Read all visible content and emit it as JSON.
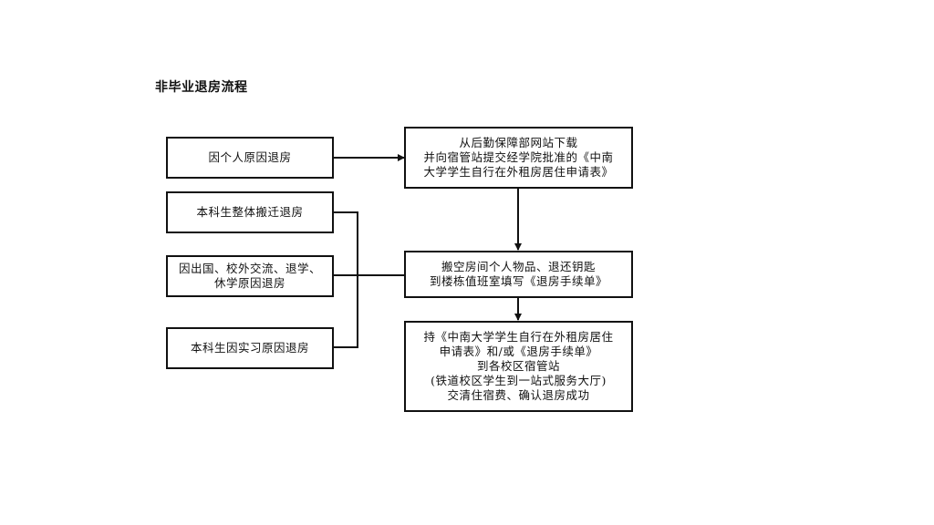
{
  "title": "非毕业退房流程",
  "left_boxes": {
    "personal_reason": "因个人原因退房",
    "whole_relocation": "本科生整体搬迁退房",
    "abroad": [
      "因出国、校外交流、退学、",
      "休学原因退房"
    ],
    "internship": "本科生因实习原因退房"
  },
  "right_boxes": {
    "download_form": [
      "从后勤保障部网站下载",
      "并向宿管站提交经学院批准的《中南",
      "大学学生自行在外租房居住申请表》"
    ],
    "clear_room": [
      "搬空房间个人物品、退还钥匙",
      "到楼栋值班室填写《退房手续单》"
    ],
    "final_step": [
      "持《中南大学学生自行在外租房居住",
      "申请表》和/或《退房手续单》",
      "到各校区宿管站",
      "(铁道校区学生到一站式服务大厅)",
      "交清住宿费、确认退房成功"
    ]
  },
  "colors": {
    "line": "#111111",
    "background": "#ffffff"
  }
}
